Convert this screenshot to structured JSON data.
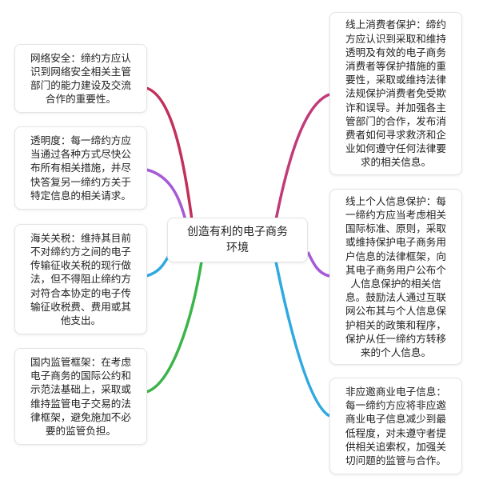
{
  "center": {
    "text": "创造有利的电子商务\n环境"
  },
  "colors": {
    "crimson": "#c2305c",
    "purple": "#a65ad6",
    "blue": "#2fa9df",
    "green": "#3bb54a",
    "pink": "#c23a7a"
  },
  "left_nodes": [
    {
      "text": "网络安全：缔约方应认\n识到网络安全相关主管\n部门的能力建设及交流\n合作的重要性。"
    },
    {
      "text": "透明度：每一缔约方应\n当通过各种方式尽快公\n布所有相关措施，并尽\n快答复另一缔约方关于\n特定信息的相关请求。"
    },
    {
      "text": "海关关税：维持其目前\n不对缔约方之间的电子\n传输征收关税的现行做\n法，但不得阻止缔约方\n对符合本协定的电子传\n输征收税费、费用或其\n他支出。"
    },
    {
      "text": "国内监管框架：在考虑\n电子商务的国际公约和\n示范法基础上，采取或\n维持监管电子交易的法\n律框架，避免施加不必\n要的监管负担。"
    }
  ],
  "right_nodes": [
    {
      "text": "线上消费者保护：缔约\n方应认识到采取和维持\n透明及有效的电子商务\n消费者等保护措施的重\n要性，采取或维持法律\n法规保护消费者免受欺\n诈和误导。并加强各主\n管部门的合作，发布消\n费者如何寻求救济和企\n业如何遵守任何法律要\n求的相关信息。"
    },
    {
      "text": "线上个人信息保护：每\n一缔约方应当考虑相关\n国际标准、原则，采取\n或维持保护电子商务用\n户信息的法律框架，向\n其电子商务用户公布个\n人信息保护的相关信\n息。鼓励法人通过互联\n网公布其与个人信息保\n护相关的政策和程序，\n保护从任一缔约方转移\n来的个人信息。"
    },
    {
      "text": "非应邀商业电子信息：\n每一缔约方应将非应邀\n商业电子信息减少到最\n低程度，对未遵守者提\n供相关追索权，加强关\n切问题的监管与合作。"
    }
  ]
}
